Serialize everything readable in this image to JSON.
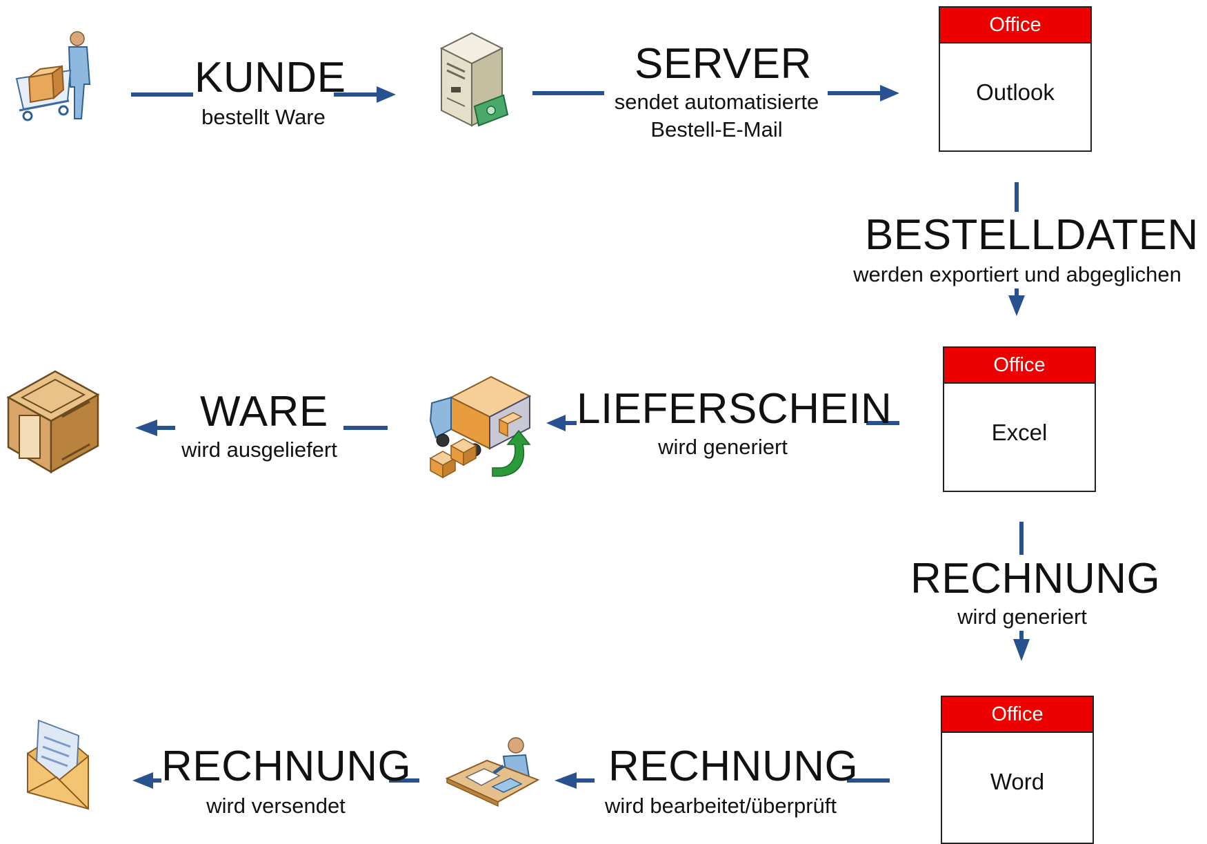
{
  "office_boxes": [
    {
      "header": "Office",
      "app": "Outlook"
    },
    {
      "header": "Office",
      "app": "Excel"
    },
    {
      "header": "Office",
      "app": "Word"
    }
  ],
  "steps": {
    "kunde": {
      "title": "KUNDE",
      "subtitle": "bestellt Ware"
    },
    "server": {
      "title": "SERVER",
      "subtitle_line1": "sendet automatisierte",
      "subtitle_line2": "Bestell-E-Mail"
    },
    "bestelldaten": {
      "title": "BESTELLDATEN",
      "subtitle": "werden exportiert und abgeglichen"
    },
    "lieferschein": {
      "title": "LIEFERSCHEIN",
      "subtitle": "wird generiert"
    },
    "ware": {
      "title": "WARE",
      "subtitle": "wird ausgeliefert"
    },
    "rechnung_generiert": {
      "title": "RECHNUNG",
      "subtitle": "wird generiert"
    },
    "rechnung_bearbeitet": {
      "title": "RECHNUNG",
      "subtitle": "wird bearbeitet/überprüft"
    },
    "rechnung_versendet": {
      "title": "RECHNUNG",
      "subtitle": "wird versendet"
    }
  },
  "icons": [
    "shopping-cart-customer-icon",
    "server-icon",
    "delivery-truck-icon",
    "wooden-crate-icon",
    "clerk-at-desk-icon",
    "envelope-icon"
  ],
  "colors": {
    "arrow": "#27518f",
    "office_header": "#ee0000"
  }
}
